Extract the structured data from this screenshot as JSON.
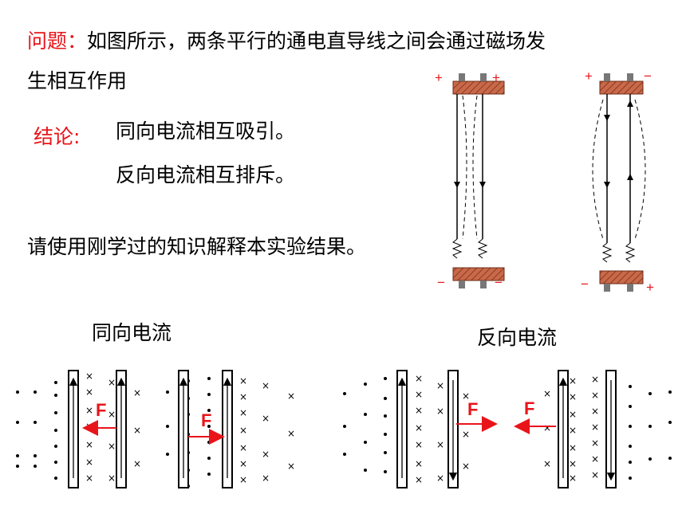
{
  "question": {
    "label": "问题：",
    "line1": "如图所示，两条平行的通电直导线之间会通过磁场发",
    "line2": "生相互作用"
  },
  "conclusion": {
    "label": "结论:",
    "same": "同向电流相互吸引。",
    "opposite": "反向电流相互排斥。"
  },
  "prompt": "请使用刚学过的知识解释本实验结果。",
  "apparatus": {
    "left_signs": [
      "+",
      "+",
      "−",
      "−"
    ],
    "right_signs": [
      "+",
      "−",
      "−",
      "+"
    ]
  },
  "diagrams": {
    "same_title": "同向电流",
    "opposite_title": "反向电流",
    "force_label": "F",
    "force_color": "#e8141a",
    "field_out_symbol": "•",
    "field_in_symbol": "×"
  }
}
